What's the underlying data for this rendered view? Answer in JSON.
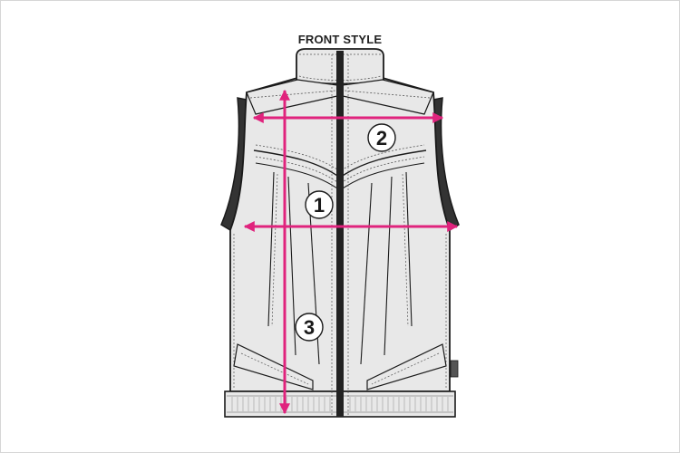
{
  "title": "FRONT STYLE",
  "measurements": [
    {
      "label": "1"
    },
    {
      "label": "2"
    },
    {
      "label": "3"
    }
  ],
  "colors": {
    "arrow": "#e0237d",
    "garment_fill": "#e8e8e8",
    "garment_outline": "#1a1a1a",
    "armhole_band": "#333333",
    "zipper": "#222222"
  }
}
